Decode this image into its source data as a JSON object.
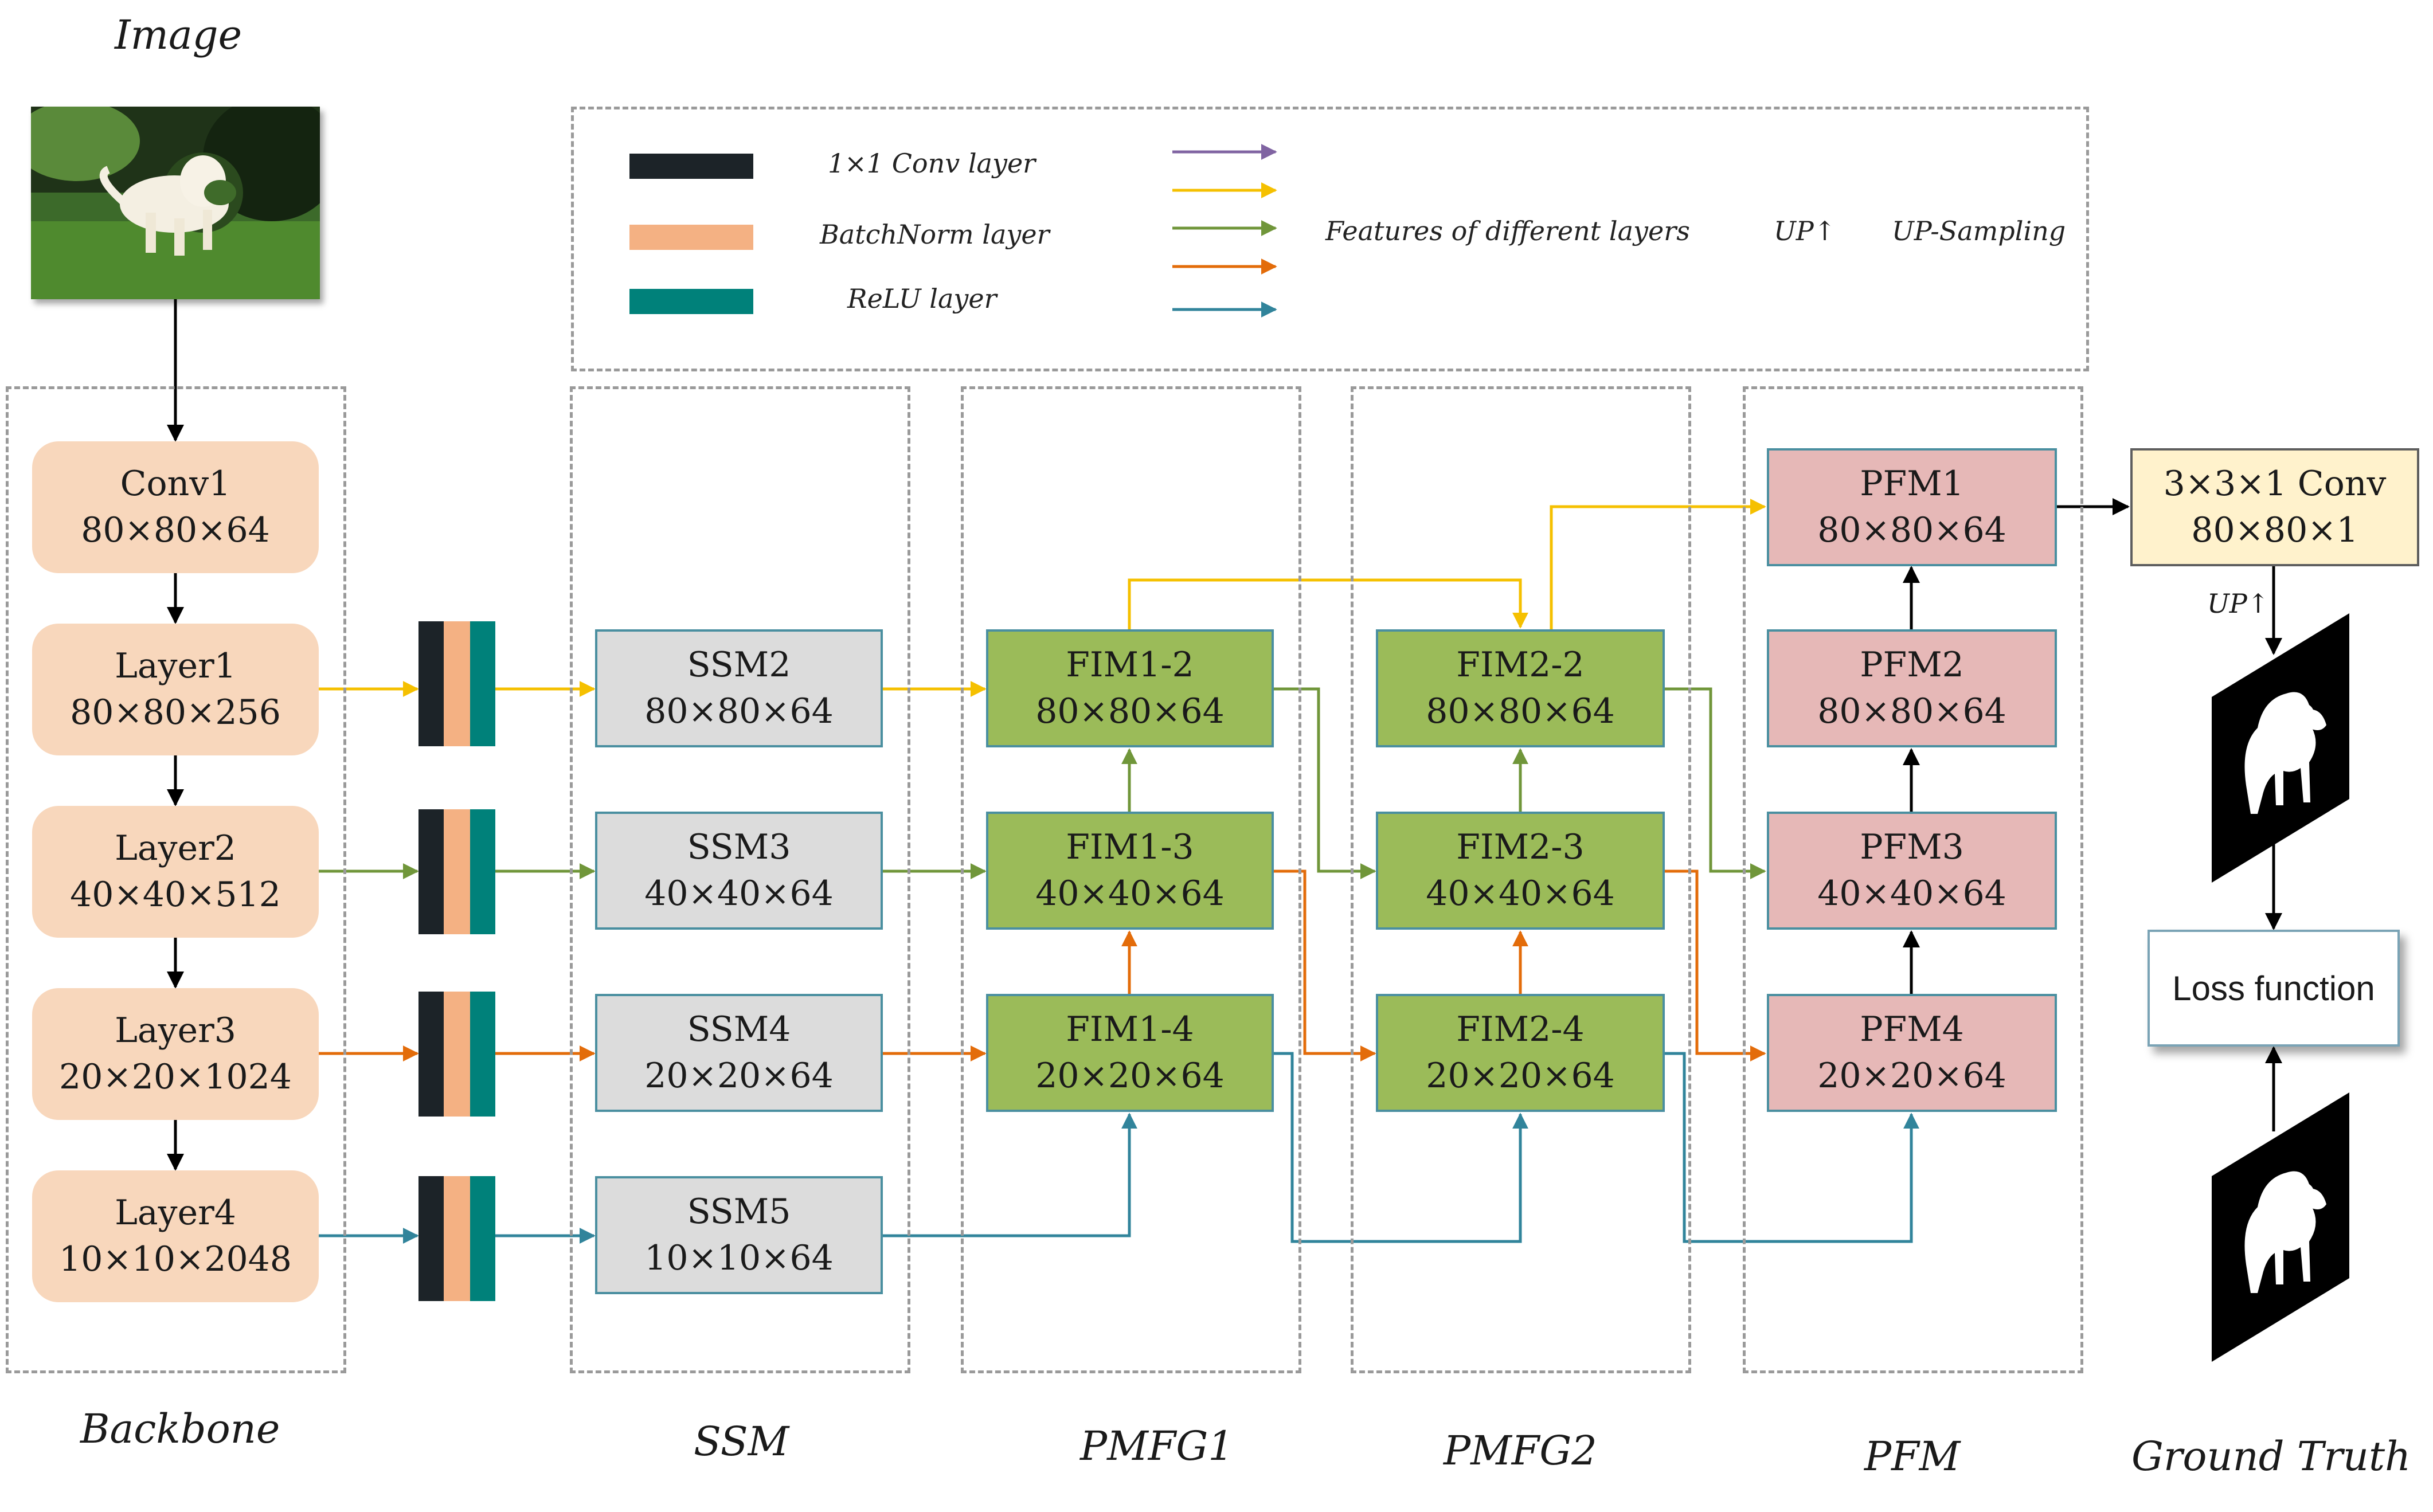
{
  "columns": {
    "image": "Image",
    "backbone": "Backbone",
    "ssm": "SSM",
    "pmfg1": "PMFG1",
    "pmfg2": "PMFG2",
    "pfm": "PFM",
    "ground_truth": "Ground Truth"
  },
  "legend": {
    "conv": "1×1 Conv layer",
    "batchnorm": "BatchNorm layer",
    "relu": "ReLU layer",
    "features": "Features of different layers",
    "up_symbol": "UP↑",
    "up_desc": "UP-Sampling"
  },
  "backbone": [
    {
      "name": "Conv1",
      "dim": "80×80×64"
    },
    {
      "name": "Layer1",
      "dim": "80×80×256"
    },
    {
      "name": "Layer2",
      "dim": "40×40×512"
    },
    {
      "name": "Layer3",
      "dim": "20×20×1024"
    },
    {
      "name": "Layer4",
      "dim": "10×10×2048"
    }
  ],
  "ssm": [
    {
      "name": "SSM2",
      "dim": "80×80×64"
    },
    {
      "name": "SSM3",
      "dim": "40×40×64"
    },
    {
      "name": "SSM4",
      "dim": "20×20×64"
    },
    {
      "name": "SSM5",
      "dim": "10×10×64"
    }
  ],
  "pmfg1": [
    {
      "name": "FIM1-2",
      "dim": "80×80×64"
    },
    {
      "name": "FIM1-3",
      "dim": "40×40×64"
    },
    {
      "name": "FIM1-4",
      "dim": "20×20×64"
    }
  ],
  "pmfg2": [
    {
      "name": "FIM2-2",
      "dim": "80×80×64"
    },
    {
      "name": "FIM2-3",
      "dim": "40×40×64"
    },
    {
      "name": "FIM2-4",
      "dim": "20×20×64"
    }
  ],
  "pfm": [
    {
      "name": "PFM1",
      "dim": "80×80×64"
    },
    {
      "name": "PFM2",
      "dim": "80×80×64"
    },
    {
      "name": "PFM3",
      "dim": "40×40×64"
    },
    {
      "name": "PFM4",
      "dim": "20×20×64"
    }
  ],
  "head": {
    "name": "3×3×1 Conv",
    "dim": "80×80×1",
    "up": "UP↑"
  },
  "loss": "Loss function",
  "colors": {
    "purple": "#8064a2",
    "yellow": "#f5c000",
    "green": "#70963a",
    "orange": "#e36c0a",
    "blue": "#31849b",
    "black": "#000000"
  }
}
